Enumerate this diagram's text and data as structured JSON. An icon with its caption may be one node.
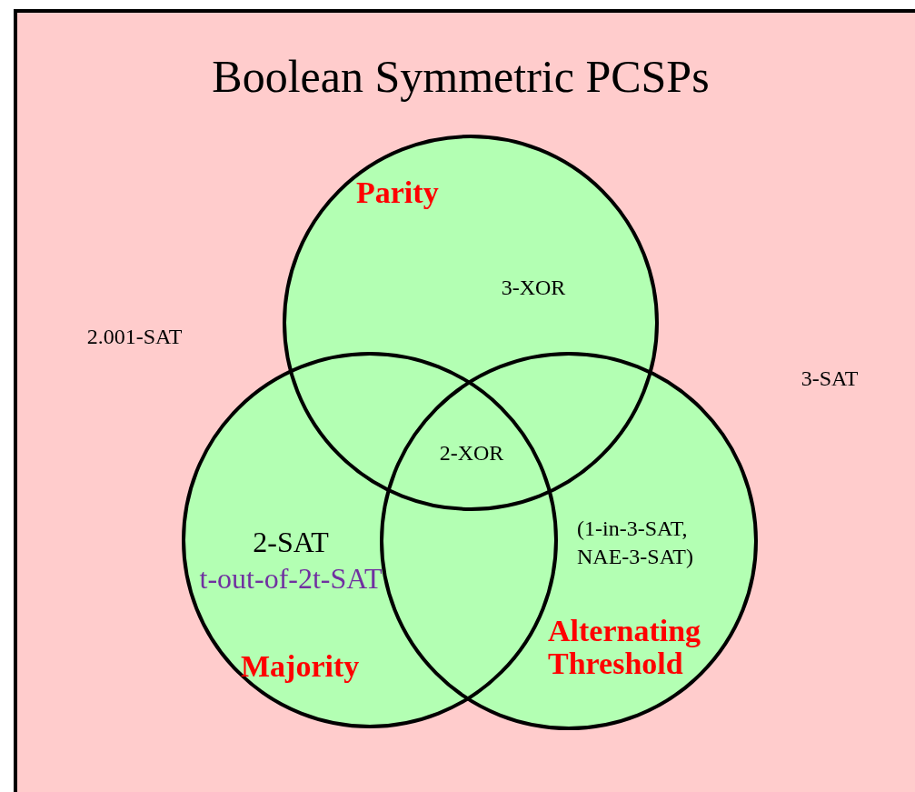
{
  "diagram": {
    "title": "Boolean Symmetric PCSPs",
    "nodes": [
      {
        "text": [],
        "shape": "box"
      },
      {
        "text": [
          "Parity"
        ],
        "in": 0
      },
      {
        "text": [
          "Majority"
        ],
        "in": 0
      },
      {
        "text": [
          "Alternating Threshold"
        ],
        "in": 0
      }
    ],
    "labels": [
      "2.001-SAT",
      "3-XOR",
      "3-SAT",
      "2-XOR",
      "2-SAT",
      "t-out-of-2t-SAT",
      "(1-in-3-SAT, NAE-3-SAT)"
    ]
  }
}
